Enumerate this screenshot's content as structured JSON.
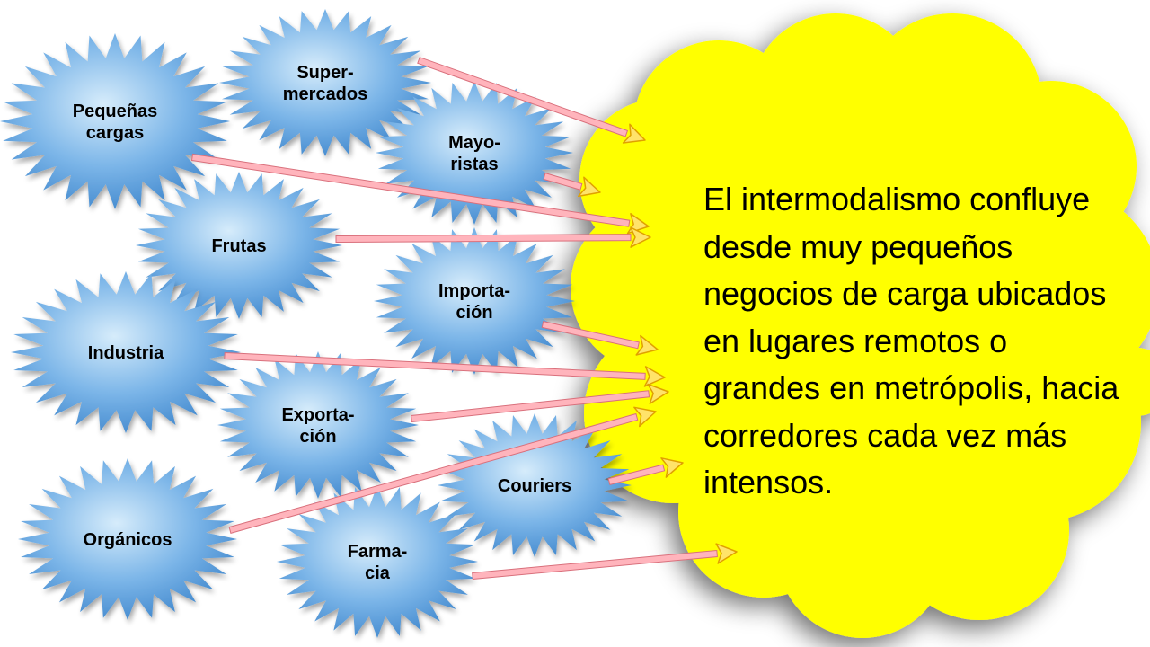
{
  "colors": {
    "cloud_fill": "#ffff00",
    "cloud_shadow": "#9a9a9a",
    "star_fill_light": "#d6ecfb",
    "star_fill_mid": "#7bb5e8",
    "star_fill_dark": "#3f86cc",
    "arrow_pink": "#ffb4bc",
    "arrow_pink_stroke": "#d9707c",
    "arrow_head_fill": "#ffe36a",
    "arrow_head_stroke": "#e0a000"
  },
  "cloud": {
    "text": "El intermodalismo confluye desde muy pequeños negocios de carga ubicados en lugares remotos o grandes en metrópolis, hacia corredores cada vez más intensos."
  },
  "nodes": [
    {
      "id": "pequenas-cargas",
      "lines": [
        "Pequeñas",
        "cargas"
      ]
    },
    {
      "id": "supermercados",
      "lines": [
        "Super-",
        "mercados"
      ]
    },
    {
      "id": "mayoristas",
      "lines": [
        "Mayo-",
        "ristas"
      ]
    },
    {
      "id": "frutas",
      "lines": [
        "Frutas"
      ]
    },
    {
      "id": "importacion",
      "lines": [
        "Importa-",
        "ción"
      ]
    },
    {
      "id": "industria",
      "lines": [
        "Industria"
      ]
    },
    {
      "id": "exportacion",
      "lines": [
        "Exporta-",
        "ción"
      ]
    },
    {
      "id": "couriers",
      "lines": [
        "Couriers"
      ]
    },
    {
      "id": "organicos",
      "lines": [
        "Orgánicos"
      ]
    },
    {
      "id": "farmacia",
      "lines": [
        "Farma-",
        "cia"
      ]
    }
  ]
}
